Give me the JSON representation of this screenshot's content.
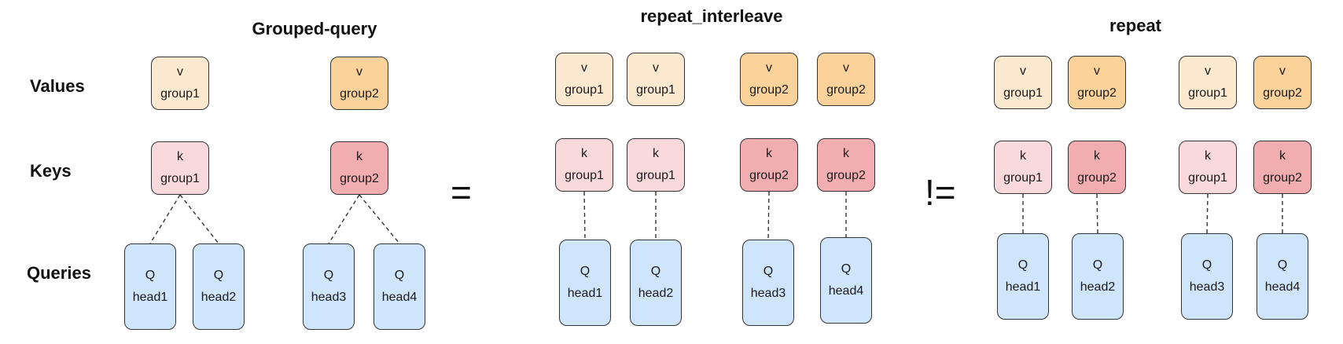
{
  "panels": {
    "grouped_query": {
      "title": "Grouped-query",
      "rows": {
        "values": "Values",
        "keys": "Keys",
        "queries": "Queries"
      }
    },
    "repeat_interleave": {
      "title": "repeat_interleave"
    },
    "repeat": {
      "title": "repeat"
    }
  },
  "operators": {
    "equals": "=",
    "not_equals": "!="
  },
  "colors": {
    "v_group1": "#fde9cf",
    "v_group2": "#fbd39a",
    "k_group1": "#f9d9dc",
    "k_group2": "#f2adb0",
    "query": "#cfe5fb",
    "border": "#333333",
    "connector": "#333333"
  },
  "boxes": [
    {
      "id": "gq-v1",
      "top": "v",
      "bottom": "group1",
      "color": "v_group1"
    },
    {
      "id": "gq-v2",
      "top": "v",
      "bottom": "group2",
      "color": "v_group2"
    },
    {
      "id": "gq-k1",
      "top": "k",
      "bottom": "group1",
      "color": "k_group1"
    },
    {
      "id": "gq-k2",
      "top": "k",
      "bottom": "group2",
      "color": "k_group2"
    },
    {
      "id": "gq-q1",
      "top": "Q",
      "bottom": "head1",
      "color": "query"
    },
    {
      "id": "gq-q2",
      "top": "Q",
      "bottom": "head2",
      "color": "query"
    },
    {
      "id": "gq-q3",
      "top": "Q",
      "bottom": "head3",
      "color": "query"
    },
    {
      "id": "gq-q4",
      "top": "Q",
      "bottom": "head4",
      "color": "query"
    },
    {
      "id": "ri-v1",
      "top": "v",
      "bottom": "group1",
      "color": "v_group1"
    },
    {
      "id": "ri-v2",
      "top": "v",
      "bottom": "group1",
      "color": "v_group1"
    },
    {
      "id": "ri-v3",
      "top": "v",
      "bottom": "group2",
      "color": "v_group2"
    },
    {
      "id": "ri-v4",
      "top": "v",
      "bottom": "group2",
      "color": "v_group2"
    },
    {
      "id": "ri-k1",
      "top": "k",
      "bottom": "group1",
      "color": "k_group1"
    },
    {
      "id": "ri-k2",
      "top": "k",
      "bottom": "group1",
      "color": "k_group1"
    },
    {
      "id": "ri-k3",
      "top": "k",
      "bottom": "group2",
      "color": "k_group2"
    },
    {
      "id": "ri-k4",
      "top": "k",
      "bottom": "group2",
      "color": "k_group2"
    },
    {
      "id": "ri-q1",
      "top": "Q",
      "bottom": "head1",
      "color": "query"
    },
    {
      "id": "ri-q2",
      "top": "Q",
      "bottom": "head2",
      "color": "query"
    },
    {
      "id": "ri-q3",
      "top": "Q",
      "bottom": "head3",
      "color": "query"
    },
    {
      "id": "ri-q4",
      "top": "Q",
      "bottom": "head4",
      "color": "query"
    },
    {
      "id": "rp-v1",
      "top": "v",
      "bottom": "group1",
      "color": "v_group1"
    },
    {
      "id": "rp-v2",
      "top": "v",
      "bottom": "group2",
      "color": "v_group2"
    },
    {
      "id": "rp-v3",
      "top": "v",
      "bottom": "group1",
      "color": "v_group1"
    },
    {
      "id": "rp-v4",
      "top": "v",
      "bottom": "group2",
      "color": "v_group2"
    },
    {
      "id": "rp-k1",
      "top": "k",
      "bottom": "group1",
      "color": "k_group1"
    },
    {
      "id": "rp-k2",
      "top": "k",
      "bottom": "group2",
      "color": "k_group2"
    },
    {
      "id": "rp-k3",
      "top": "k",
      "bottom": "group1",
      "color": "k_group1"
    },
    {
      "id": "rp-k4",
      "top": "k",
      "bottom": "group2",
      "color": "k_group2"
    },
    {
      "id": "rp-q1",
      "top": "Q",
      "bottom": "head1",
      "color": "query"
    },
    {
      "id": "rp-q2",
      "top": "Q",
      "bottom": "head2",
      "color": "query"
    },
    {
      "id": "rp-q3",
      "top": "Q",
      "bottom": "head3",
      "color": "query"
    },
    {
      "id": "rp-q4",
      "top": "Q",
      "bottom": "head4",
      "color": "query"
    }
  ],
  "connectors": [
    [
      "gq-k1",
      "gq-q1"
    ],
    [
      "gq-k1",
      "gq-q2"
    ],
    [
      "gq-k2",
      "gq-q3"
    ],
    [
      "gq-k2",
      "gq-q4"
    ],
    [
      "ri-k1",
      "ri-q1"
    ],
    [
      "ri-k2",
      "ri-q2"
    ],
    [
      "ri-k3",
      "ri-q3"
    ],
    [
      "ri-k4",
      "ri-q4"
    ],
    [
      "rp-k1",
      "rp-q1"
    ],
    [
      "rp-k2",
      "rp-q2"
    ],
    [
      "rp-k3",
      "rp-q3"
    ],
    [
      "rp-k4",
      "rp-q4"
    ]
  ]
}
